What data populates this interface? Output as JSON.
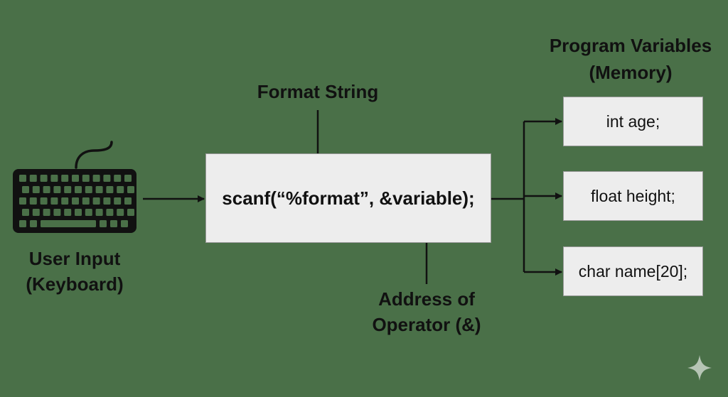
{
  "colors": {
    "background": "#4a7048",
    "box_fill": "#ededed",
    "ink": "#111111"
  },
  "input": {
    "icon": "keyboard-icon",
    "label_line1": "User Input",
    "label_line2": "(Keyboard)"
  },
  "format_label": "Format String",
  "scanf_call": "scanf(“%format”, &variable);",
  "address_label": {
    "line1": "Address of",
    "line2": "Operator (&)"
  },
  "memory_title": {
    "line1": "Program Variables",
    "line2": "(Memory)"
  },
  "variables": [
    "int age;",
    "float height;",
    "char name[20];"
  ],
  "watermark_icon": "sparkle-icon"
}
